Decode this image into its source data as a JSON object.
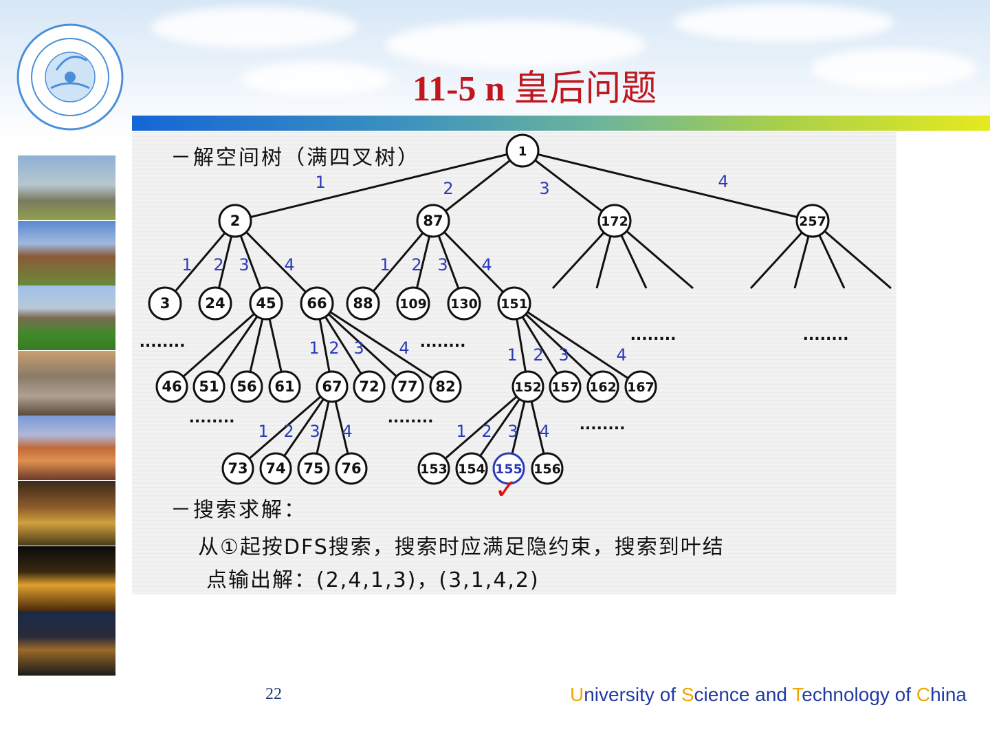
{
  "slide": {
    "title_prefix": "11-5  n",
    "title_han": "皇后问题",
    "page_number": "22",
    "footer": {
      "u": "U",
      "u_rest": "niversity of ",
      "s": "S",
      "s_rest": "cience and ",
      "t": "T",
      "t_rest": "echnology of ",
      "c": "C",
      "c_rest": "hina"
    },
    "heading1": "－解空间树（满四叉树）",
    "heading2": "－搜索求解：",
    "desc_line1": "从①起按DFS搜索，搜索时应满足隐约束，搜索到叶结",
    "desc_line2": "点输出解：(2,4,1,3)，(3,1,4,2)"
  },
  "colors": {
    "title": "#c0171e",
    "edge_label": "#2b3bb8",
    "highlight": "#2b3bb8",
    "check": "#e01010"
  },
  "tree": {
    "nodes": [
      {
        "id": "1",
        "label": "1"
      },
      {
        "id": "2",
        "label": "2"
      },
      {
        "id": "87",
        "label": "87"
      },
      {
        "id": "172",
        "label": "172"
      },
      {
        "id": "257",
        "label": "257"
      },
      {
        "id": "3",
        "label": "3"
      },
      {
        "id": "24",
        "label": "24"
      },
      {
        "id": "45",
        "label": "45"
      },
      {
        "id": "66",
        "label": "66"
      },
      {
        "id": "88",
        "label": "88"
      },
      {
        "id": "109",
        "label": "109"
      },
      {
        "id": "130",
        "label": "130"
      },
      {
        "id": "151",
        "label": "151"
      },
      {
        "id": "46",
        "label": "46"
      },
      {
        "id": "51",
        "label": "51"
      },
      {
        "id": "56",
        "label": "56"
      },
      {
        "id": "61",
        "label": "61"
      },
      {
        "id": "67",
        "label": "67"
      },
      {
        "id": "72",
        "label": "72"
      },
      {
        "id": "77",
        "label": "77"
      },
      {
        "id": "82",
        "label": "82"
      },
      {
        "id": "152",
        "label": "152"
      },
      {
        "id": "157",
        "label": "157"
      },
      {
        "id": "162",
        "label": "162"
      },
      {
        "id": "167",
        "label": "167"
      },
      {
        "id": "73",
        "label": "73"
      },
      {
        "id": "74",
        "label": "74"
      },
      {
        "id": "75",
        "label": "75"
      },
      {
        "id": "76",
        "label": "76"
      },
      {
        "id": "153",
        "label": "153"
      },
      {
        "id": "154",
        "label": "154"
      },
      {
        "id": "155",
        "label": "155",
        "highlight": true
      },
      {
        "id": "156",
        "label": "156"
      }
    ],
    "edges": [
      [
        "1",
        "2"
      ],
      [
        "1",
        "87"
      ],
      [
        "1",
        "172"
      ],
      [
        "1",
        "257"
      ],
      [
        "2",
        "3"
      ],
      [
        "2",
        "24"
      ],
      [
        "2",
        "45"
      ],
      [
        "2",
        "66"
      ],
      [
        "87",
        "88"
      ],
      [
        "87",
        "109"
      ],
      [
        "87",
        "130"
      ],
      [
        "87",
        "151"
      ],
      [
        "45",
        "46"
      ],
      [
        "45",
        "51"
      ],
      [
        "45",
        "56"
      ],
      [
        "45",
        "61"
      ],
      [
        "66",
        "67"
      ],
      [
        "66",
        "72"
      ],
      [
        "66",
        "77"
      ],
      [
        "66",
        "82"
      ],
      [
        "151",
        "152"
      ],
      [
        "151",
        "157"
      ],
      [
        "151",
        "162"
      ],
      [
        "151",
        "167"
      ],
      [
        "67",
        "73"
      ],
      [
        "67",
        "74"
      ],
      [
        "67",
        "75"
      ],
      [
        "67",
        "76"
      ],
      [
        "152",
        "153"
      ],
      [
        "152",
        "154"
      ],
      [
        "152",
        "155"
      ],
      [
        "152",
        "156"
      ]
    ],
    "stub_parents": [
      "172",
      "257"
    ],
    "edge_labels": [
      "1",
      "2",
      "3",
      "4"
    ],
    "ellipsis": "........",
    "solution_mark": "✓"
  }
}
